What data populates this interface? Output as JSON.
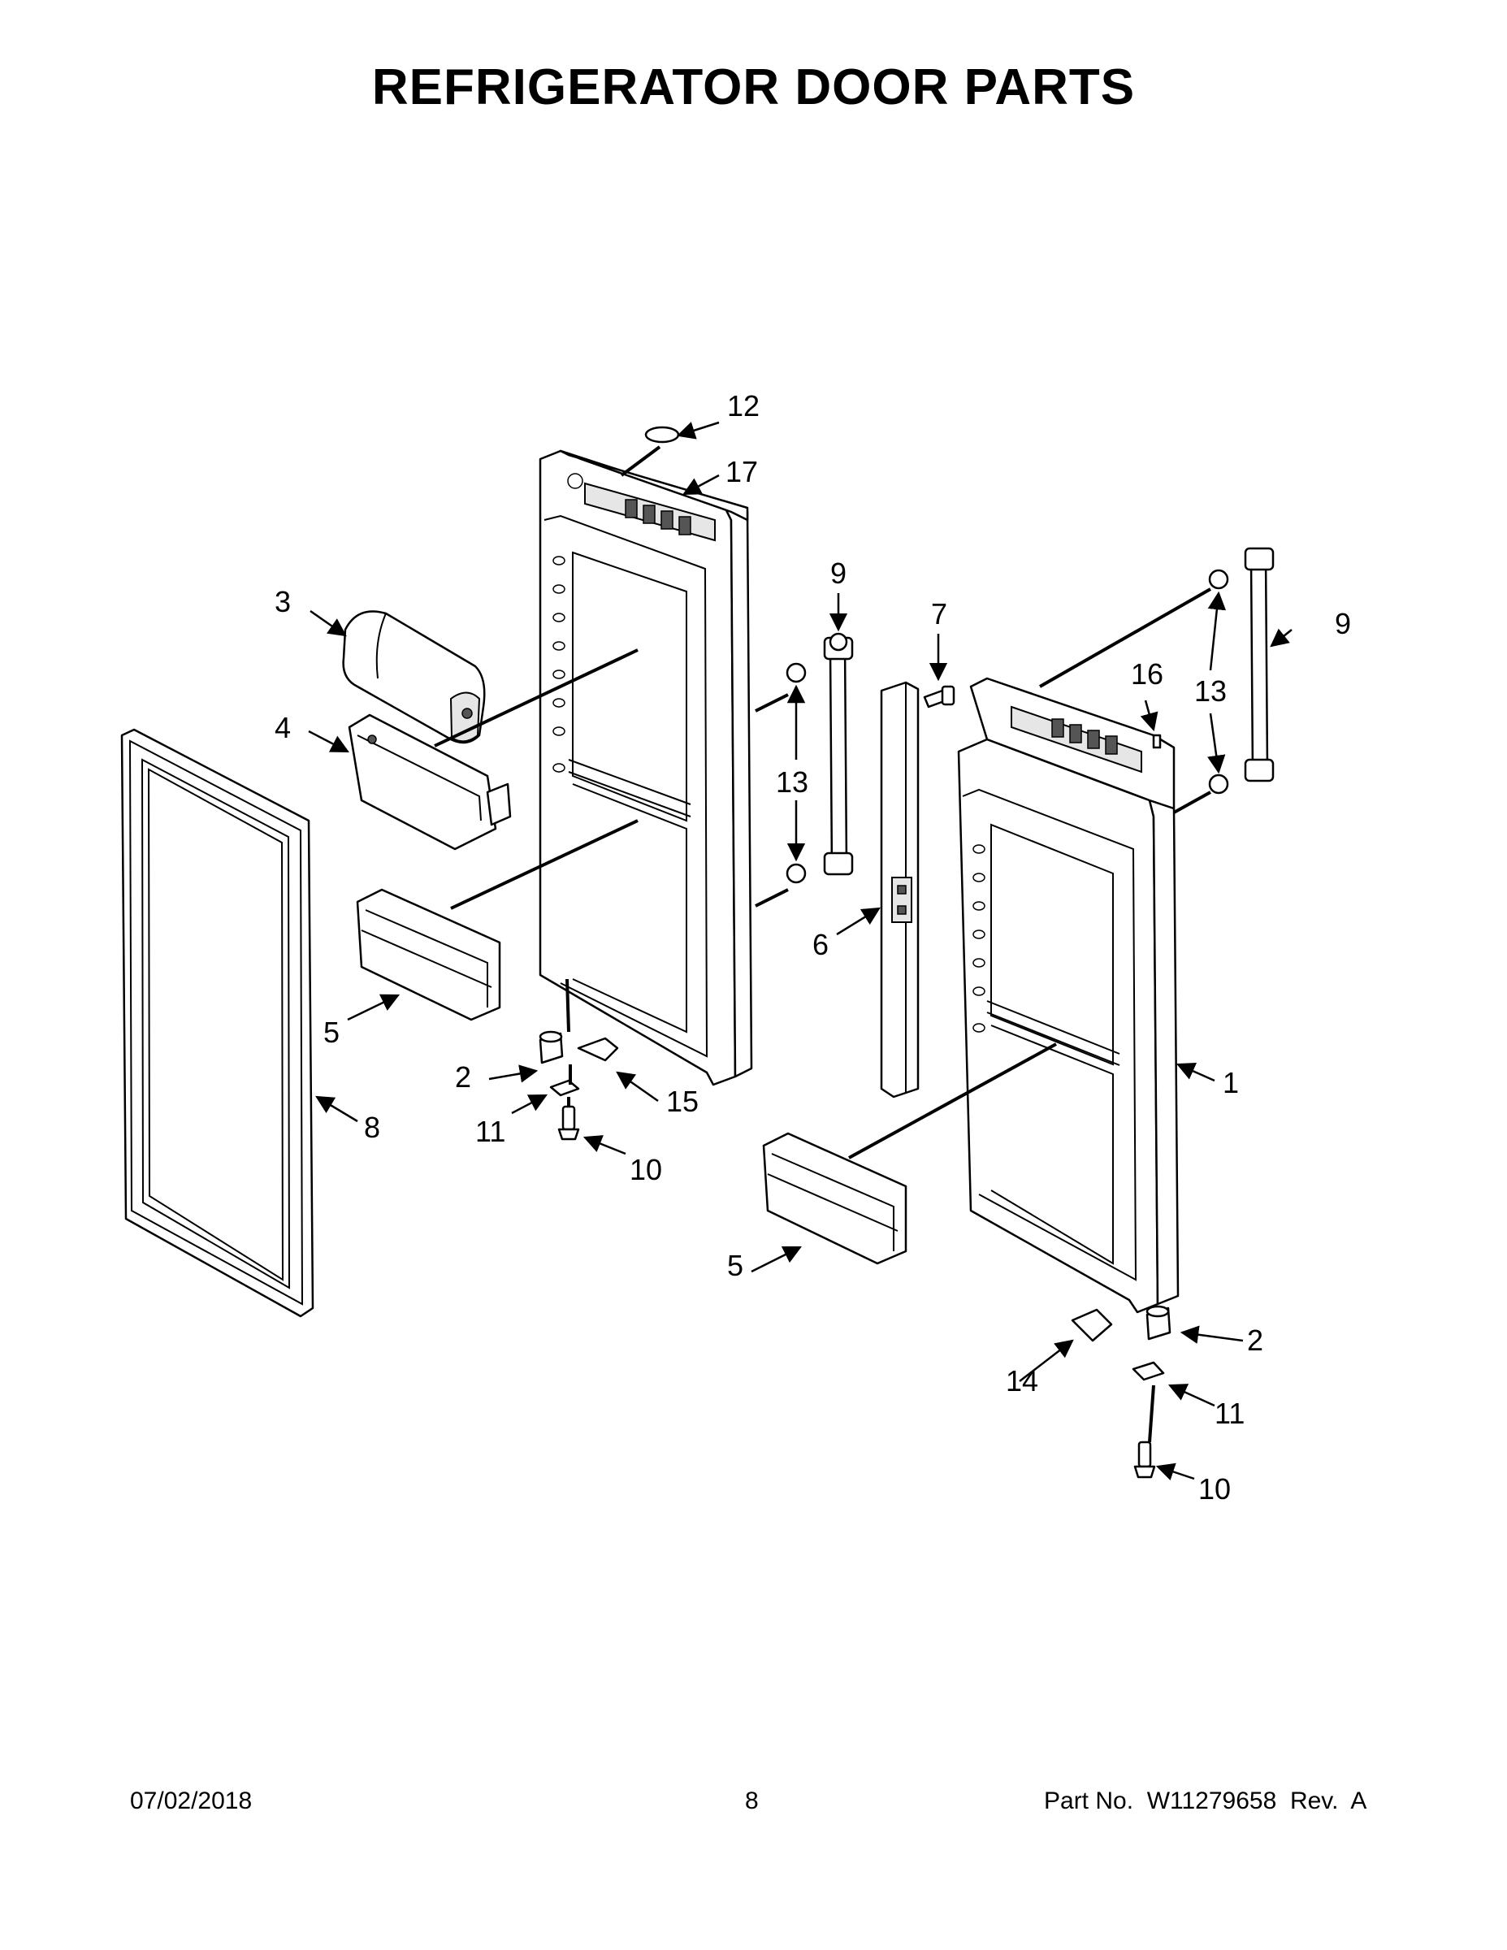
{
  "title": "REFRIGERATOR DOOR PARTS",
  "callouts": {
    "c1": "1",
    "c2a": "2",
    "c2b": "2",
    "c3": "3",
    "c4": "4",
    "c5a": "5",
    "c5b": "5",
    "c6": "6",
    "c7": "7",
    "c8": "8",
    "c9a": "9",
    "c9b": "9",
    "c10a": "10",
    "c10b": "10",
    "c11a": "11",
    "c11b": "11",
    "c12": "12",
    "c13a": "13",
    "c13b": "13",
    "c14": "14",
    "c15": "15",
    "c16": "16",
    "c17": "17"
  },
  "footer": {
    "date": "07/02/2018",
    "page": "8",
    "part_number": "Part No.  W11279658  Rev.  A"
  }
}
